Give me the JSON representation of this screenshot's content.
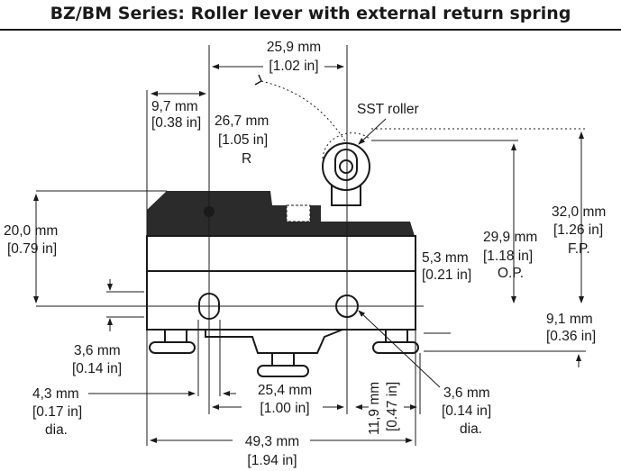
{
  "title": "BZ/BM Series: Roller lever with external return spring",
  "labels": {
    "roller": "SST roller",
    "lever_len_mm": "25,9 mm",
    "lever_len_in": "[1.02 in]",
    "left_top_mm": "9,7 mm",
    "left_top_in": "[0.38 in]",
    "radius_mm": "26,7 mm",
    "radius_in": "[1.05 in]",
    "radius_r": "R",
    "height_mm": "20,0 mm",
    "height_in": "[0.79 in]",
    "fp_mm": "32,0 mm",
    "fp_in": "[1.26 in]",
    "fp_lbl": "F.P.",
    "op_mm": "29,9 mm",
    "op_in": "[1.18 in]",
    "op_lbl": "O.P.",
    "hole_off_mm": "5,3 mm",
    "hole_off_in": "[0.21 in]",
    "right_off_mm": "9,1 mm",
    "right_off_in": "[0.36 in]",
    "left_hole_mm": "3,6 mm",
    "left_hole_in": "[0.14 in]",
    "hole_dia_mm": "4,3 mm",
    "hole_dia_in": "[0.17 in]",
    "hole_dia_lbl": "dia.",
    "hole_spacing_mm": "25,4 mm",
    "hole_spacing_in": "[1.00 in]",
    "term_mm": "11,9 mm",
    "term_in": "[0.47 in]",
    "right_hole_mm": "3,6 mm",
    "right_hole_in": "[0.14 in]",
    "right_hole_lbl": "dia.",
    "overall_mm": "49,3 mm",
    "overall_in": "[1.94 in]"
  }
}
